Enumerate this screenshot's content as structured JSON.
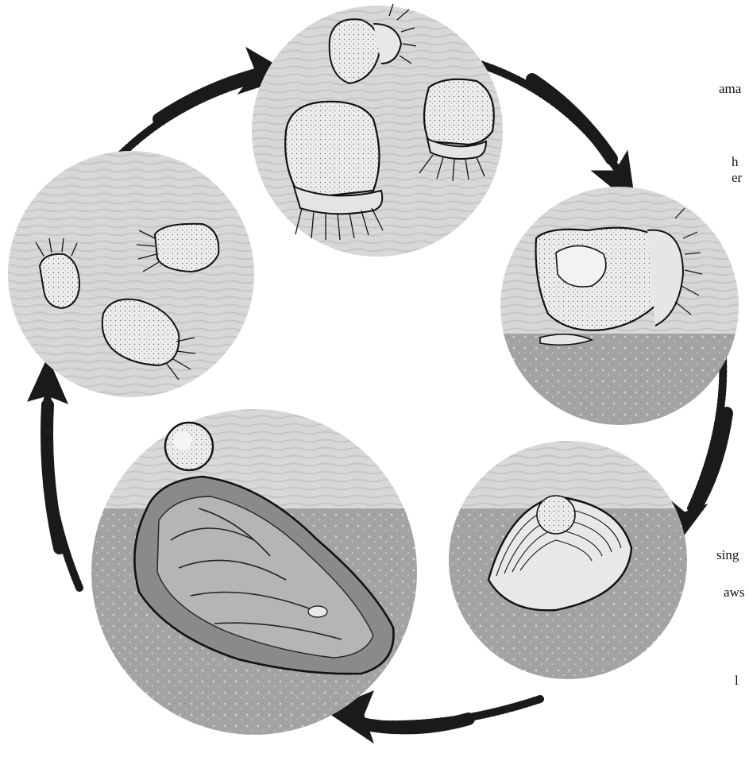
{
  "fragments": {
    "f1": "ama",
    "f2": "h",
    "f3": "er",
    "f4": "sing",
    "f5": "aws",
    "f6": "l"
  },
  "colors": {
    "water": "#d6d6d6",
    "sediment": "#9e9e9e",
    "arrow": "#1a1a1a",
    "ink": "#111111",
    "larva_fill": "#ececec",
    "oyster_fill": "#8a8a8a"
  },
  "icons": [
    "cycle-arrow",
    "larva-ciliated",
    "larva-settling",
    "spat-shell",
    "adult-oyster",
    "egg"
  ]
}
